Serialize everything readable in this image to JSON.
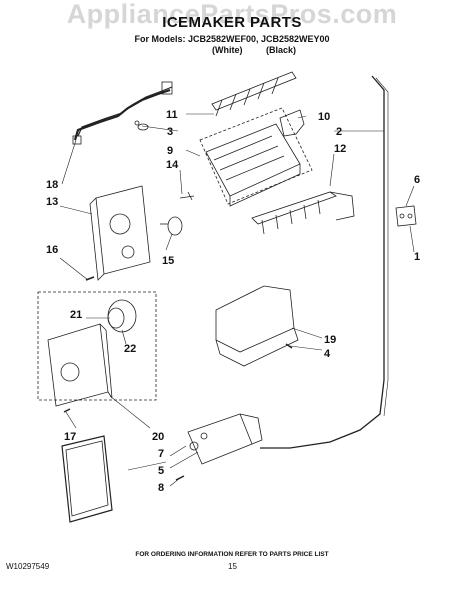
{
  "watermark": "AppliancePartsPros.com",
  "header": {
    "title": "ICEMAKER PARTS",
    "models": "For Models: JCB2582WEF00, JCB2582WEY00",
    "color_white": "(White)",
    "color_black": "(Black)"
  },
  "callouts": {
    "c1": "1",
    "c2": "2",
    "c3": "3",
    "c4": "4",
    "c5": "5",
    "c6": "6",
    "c7": "7",
    "c8": "8",
    "c9": "9",
    "c10": "10",
    "c11": "11",
    "c12": "12",
    "c13": "13",
    "c14": "14",
    "c15": "15",
    "c16": "16",
    "c17": "17",
    "c18": "18",
    "c19": "19",
    "c20": "20",
    "c21": "21",
    "c22": "22"
  },
  "footer": {
    "ordering_note": "FOR ORDERING INFORMATION REFER TO PARTS PRICE LIST",
    "doc_id": "W10297549",
    "page_number": "15"
  }
}
